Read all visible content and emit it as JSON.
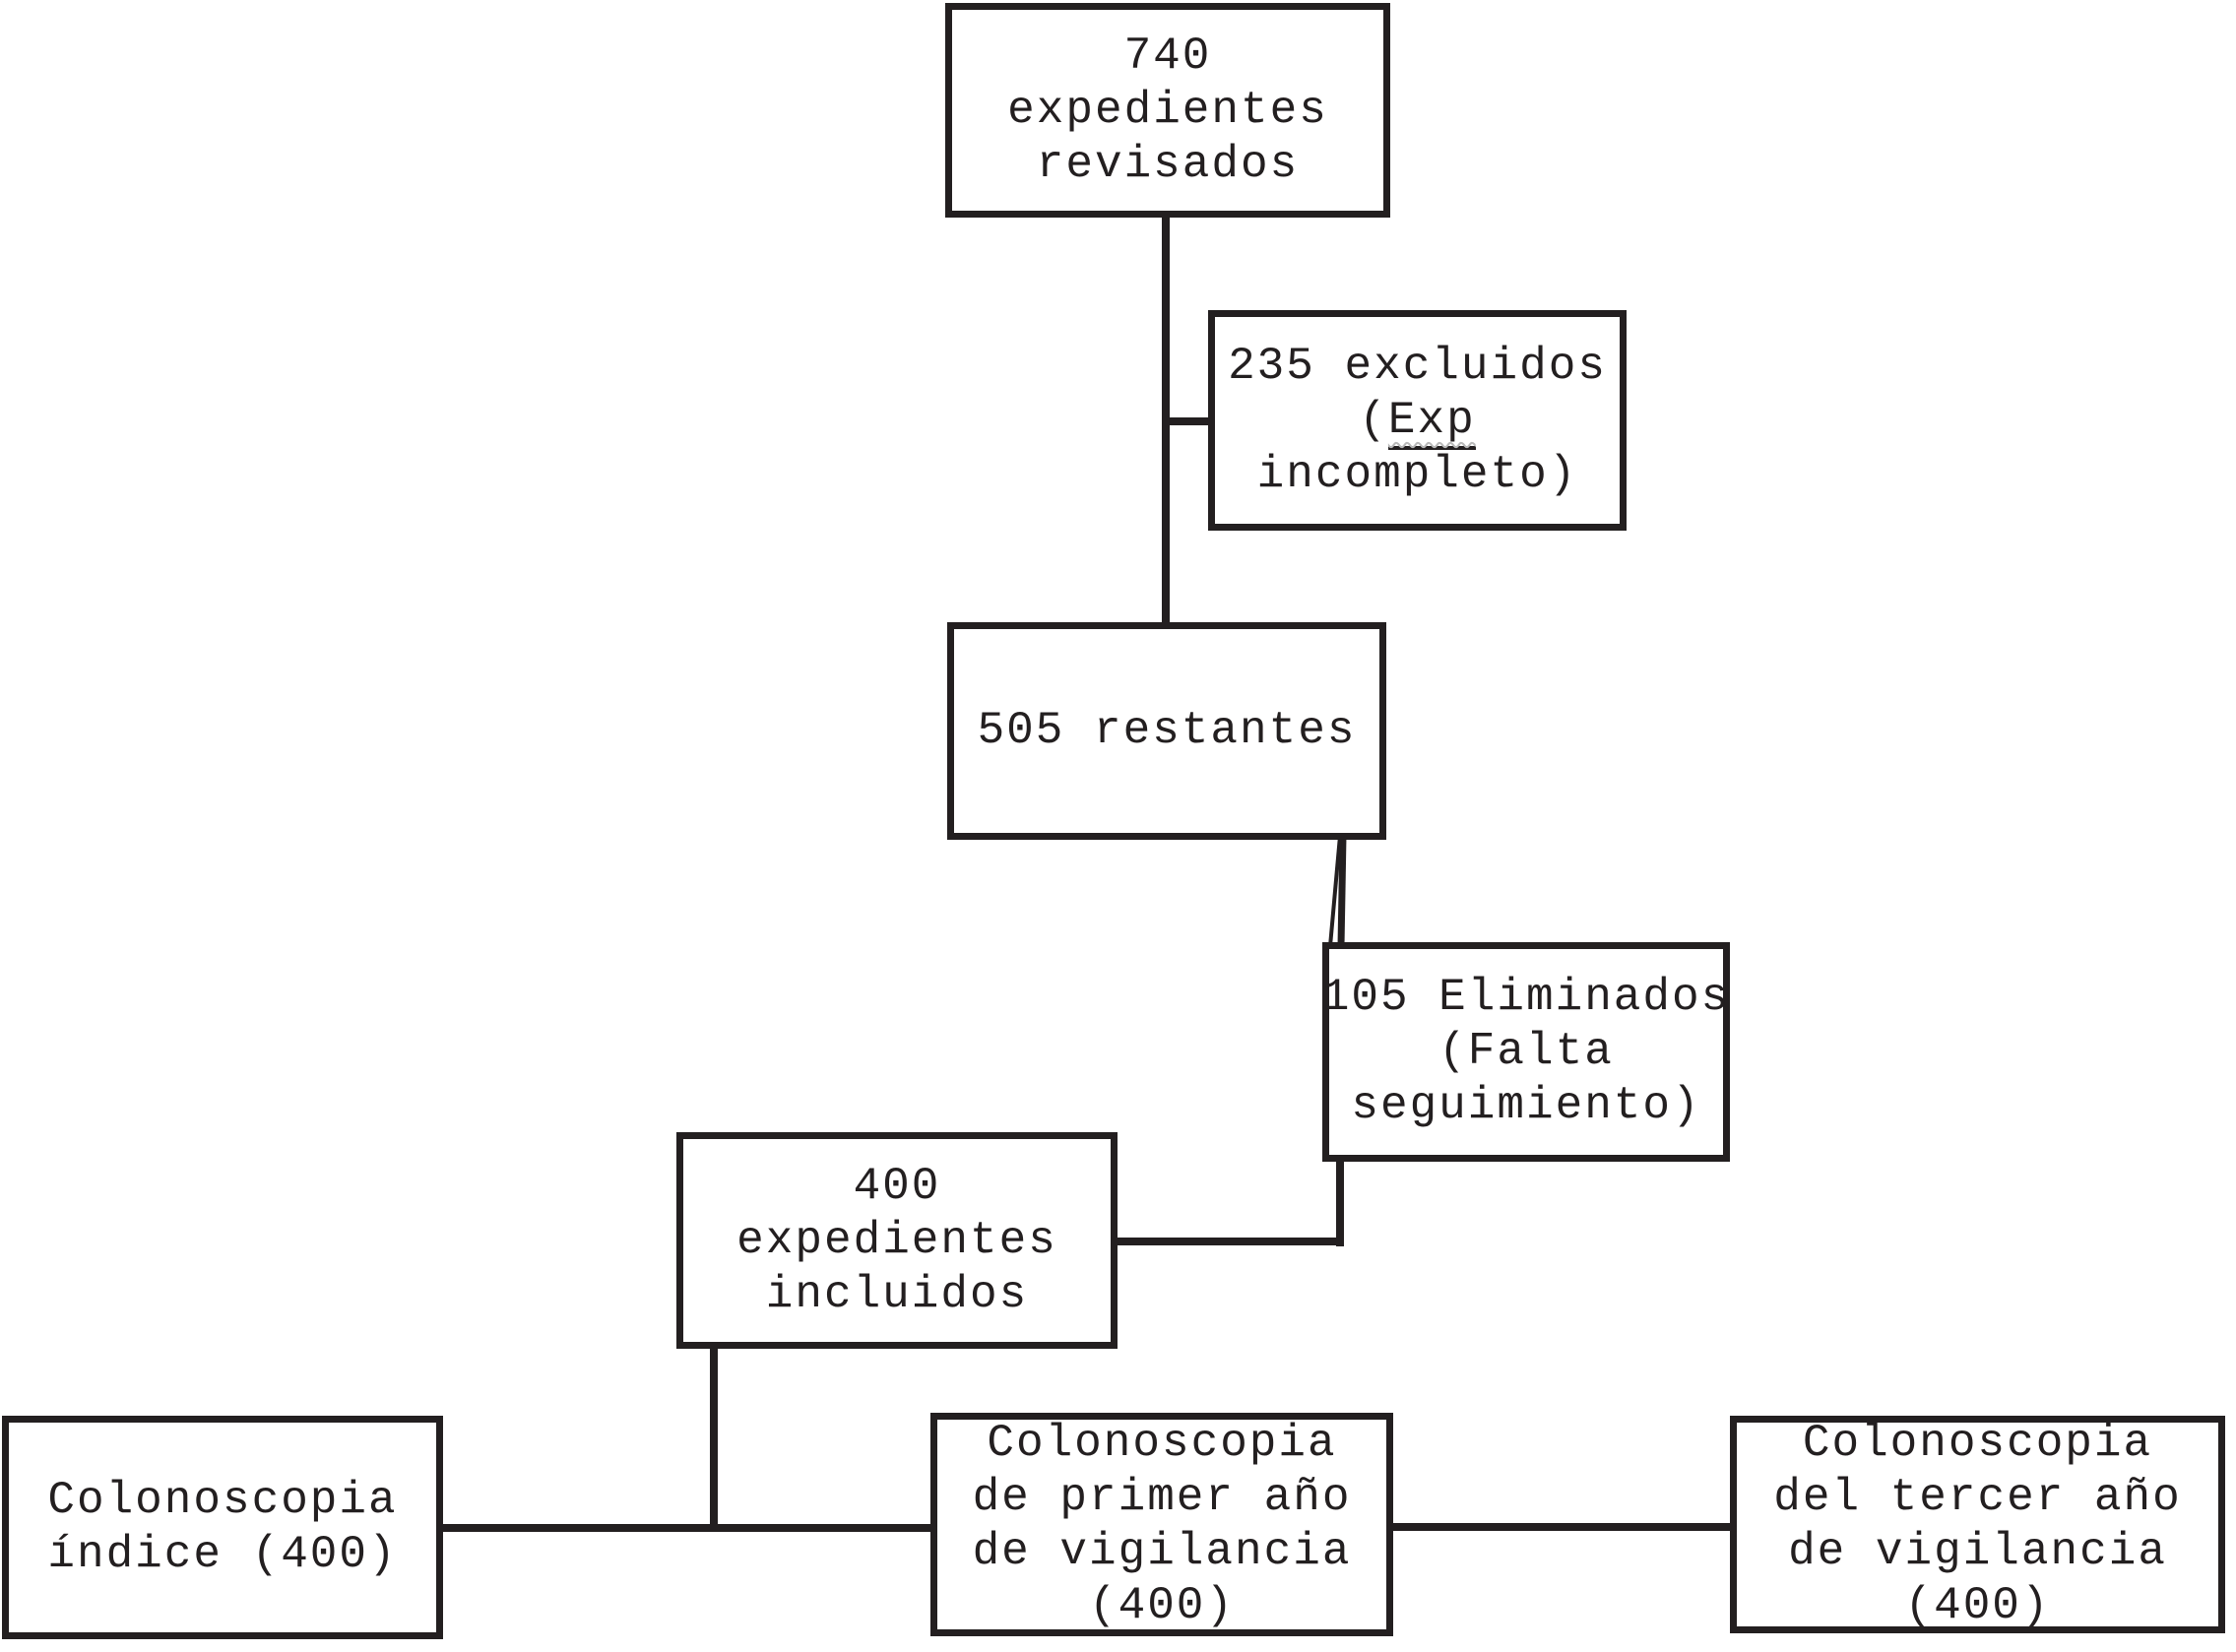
{
  "diagram": {
    "type": "flowchart",
    "language": "es",
    "colors": {
      "line": "#231f20",
      "text": "#231f20",
      "background": "#ffffff",
      "spellcheck_underline": "#b9b9b9"
    },
    "boxes": {
      "revisados": {
        "lines": [
          "740",
          "expedientes",
          "revisados"
        ]
      },
      "excluidos": {
        "line1": "235 excluidos",
        "line2_prefix": "(",
        "line2_underlined_word": "Exp",
        "line3": "incompleto)"
      },
      "restantes": {
        "lines": [
          "505 restantes"
        ]
      },
      "eliminados": {
        "lines": [
          "105 Eliminados",
          "(Falta",
          "seguimiento)"
        ]
      },
      "incluidos": {
        "lines": [
          "400",
          "expedientes",
          "incluidos"
        ]
      },
      "indice": {
        "lines": [
          "Colonoscopia",
          "índice (400)"
        ]
      },
      "primer_ano": {
        "lines": [
          "Colonoscopia",
          "de primer año",
          "de vigilancia",
          "(400)"
        ]
      },
      "tercer_ano": {
        "lines": [
          "Colonoscopia",
          "del tercer año",
          "de vigilancia",
          "(400)"
        ]
      }
    }
  }
}
